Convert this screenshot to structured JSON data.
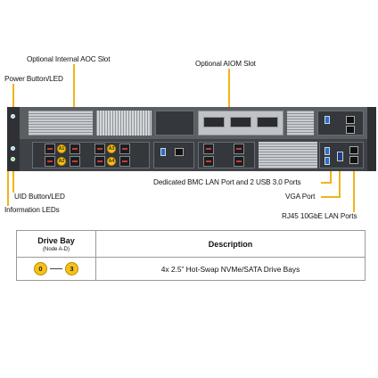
{
  "callouts": {
    "aoc_slot": "Optional Internal  AOC Slot",
    "aiom_slot": "Optional AIOM  Slot",
    "power_button": "Power Button/LED",
    "uid_button": "UID Button/LED",
    "info_leds": "Information  LEDs",
    "bmc_lan": "Dedicated BMC LAN Port and 2 USB 3.0 Ports",
    "vga_port": "VGA Port",
    "rj45": "RJ45 10GbE LAN Ports"
  },
  "drive_tags": [
    "A1",
    "A2",
    "A3",
    "A4"
  ],
  "table": {
    "headers": {
      "drive_bay": "Drive Bay",
      "drive_bay_sub": "(Node A-D)",
      "description": "Description"
    },
    "rows": [
      {
        "bay_start": "0",
        "bay_end": "3",
        "description": "4x 2.5” Hot-Swap NVMe/SATA Drive Bays"
      }
    ]
  },
  "colors": {
    "accent": "#f1b31c",
    "badge": "#f6c21a",
    "chassis": "#4a4d52"
  }
}
